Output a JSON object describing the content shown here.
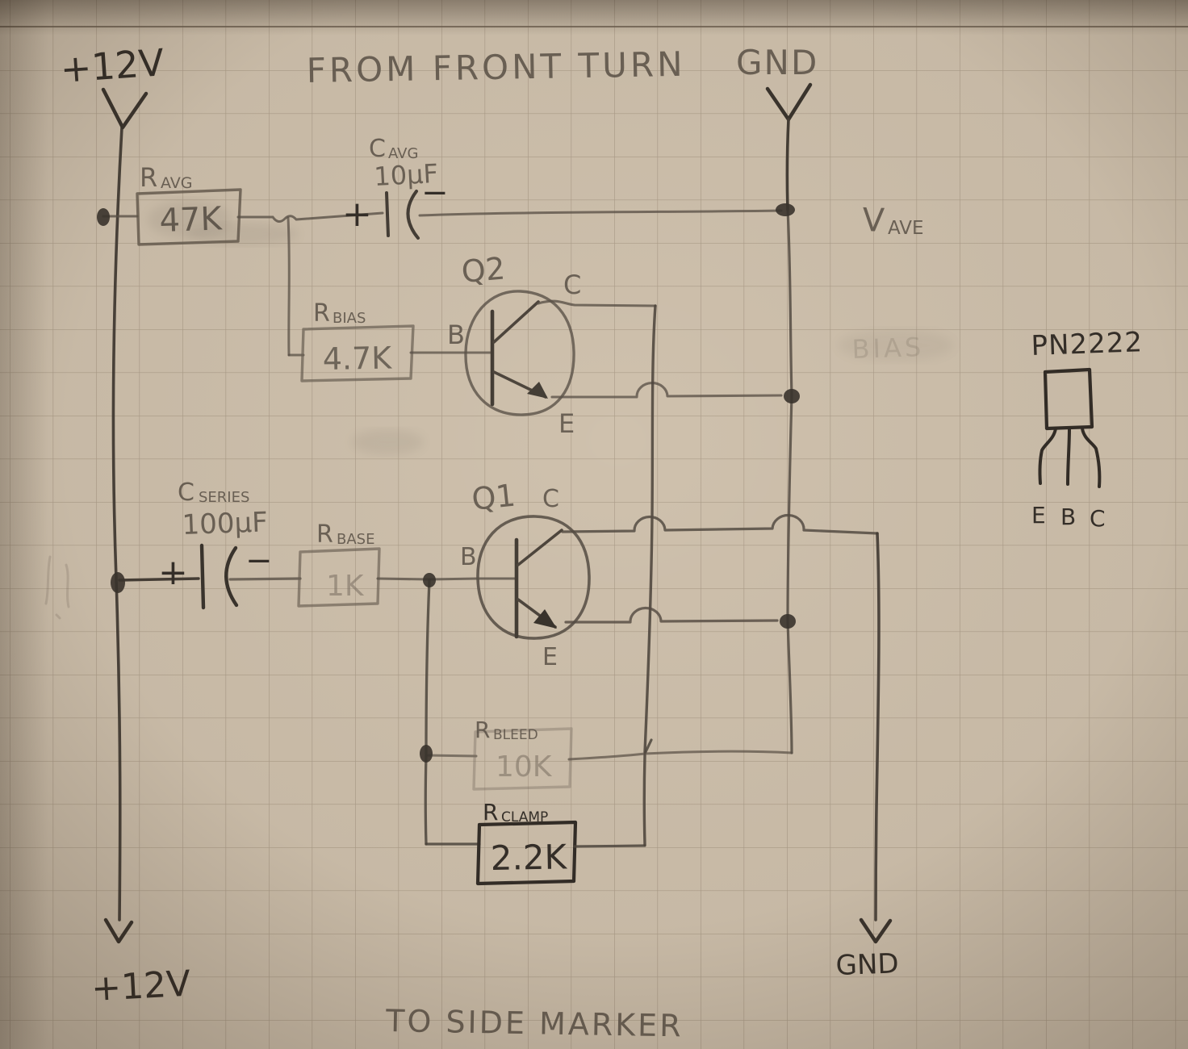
{
  "scene": {
    "description": "Hand-drawn transistor circuit schematic in pencil on tan graph paper"
  },
  "rails": {
    "top_left": "+12V",
    "top_note": "FROM FRONT TURN",
    "top_right": "GND",
    "bottom_left": "+12V",
    "bottom_note": "TO SIDE MARKER",
    "bottom_right": "GND"
  },
  "nets": {
    "v_ave": {
      "main": "V",
      "sub": "AVE"
    },
    "bias_ghost": "BIAS"
  },
  "components": {
    "r_avg": {
      "ref": "R",
      "sub": "AVG",
      "value": "47K"
    },
    "c_avg": {
      "ref": "C",
      "sub": "AVG",
      "value": "10µF",
      "plus": "+",
      "minus": "−"
    },
    "r_bias": {
      "ref": "R",
      "sub": "BIAS",
      "value": "4.7K"
    },
    "q2": {
      "ref": "Q2",
      "pin_b": "B",
      "pin_c": "C",
      "pin_e": "E"
    },
    "c_series": {
      "ref": "C",
      "sub": "SERIES",
      "value": "100µF",
      "plus": "+",
      "minus": "−"
    },
    "r_base": {
      "ref": "R",
      "sub": "BASE",
      "value": "1K"
    },
    "q1": {
      "ref": "Q1",
      "pin_b": "B",
      "pin_c": "C",
      "pin_e": "E"
    },
    "r_bleed": {
      "ref": "R",
      "sub": "BLEED",
      "value": "10K"
    },
    "r_clamp": {
      "ref": "R",
      "sub": "CLAMP",
      "value": "2.2K"
    },
    "pn2222": {
      "part": "PN2222",
      "pin_e": "E",
      "pin_b": "B",
      "pin_c": "C"
    }
  },
  "colors": {
    "paper": "#cfc1ad",
    "grid": "#8f7f6c",
    "pencil_dark": "#352f29",
    "pencil_medium": "#5b5248",
    "pencil_faint": "#7c7163"
  }
}
